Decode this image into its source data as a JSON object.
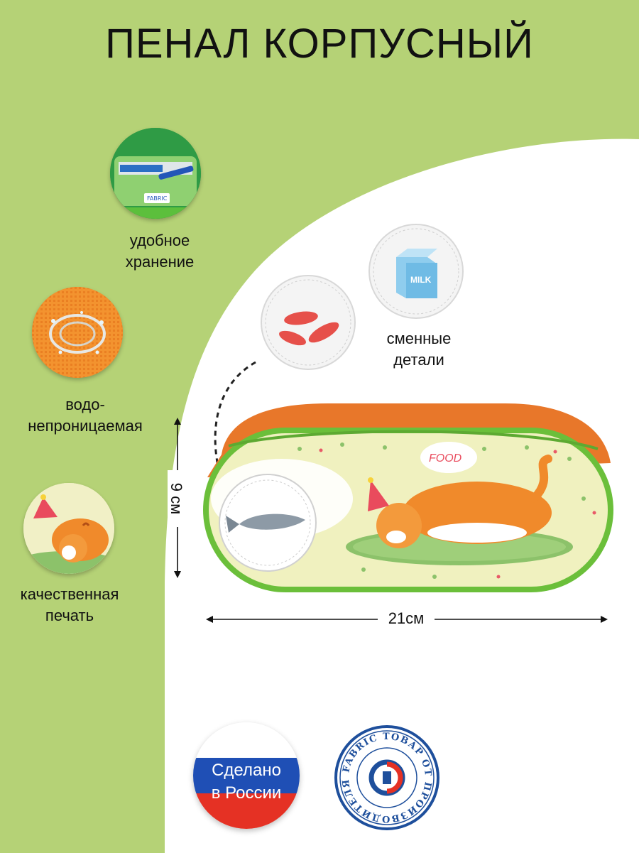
{
  "title": "ПЕНАЛ КОРПУСНЫЙ",
  "features": [
    {
      "icon": "pencil-case-interior-icon",
      "line1": "удобное",
      "line2": "хранение"
    },
    {
      "icon": "water-splash-icon",
      "line1": "водо-",
      "line2": "непроницаемая"
    },
    {
      "icon": "cat-print-icon",
      "line1": "качественная",
      "line2": "печать"
    }
  ],
  "patches_caption": {
    "line1": "сменные",
    "line2": "детали"
  },
  "case": {
    "food_label": "FOOD",
    "milk_label": "MILK"
  },
  "dimensions": {
    "height": "9 см",
    "width": "21см"
  },
  "made_in_russia": {
    "line1": "Сделано",
    "line2": "в России"
  },
  "fabric_seal": {
    "text": "FABRIC ТОВАР ОТ ПРОИЗВОДИТЕЛЯ"
  },
  "colors": {
    "background_green": "#b5d276",
    "orange": "#e8772a",
    "trim_green": "#6bbf3a",
    "flag_blue": "#1f4fb5",
    "flag_red": "#e53124",
    "seal_blue": "#1e4f9c"
  }
}
